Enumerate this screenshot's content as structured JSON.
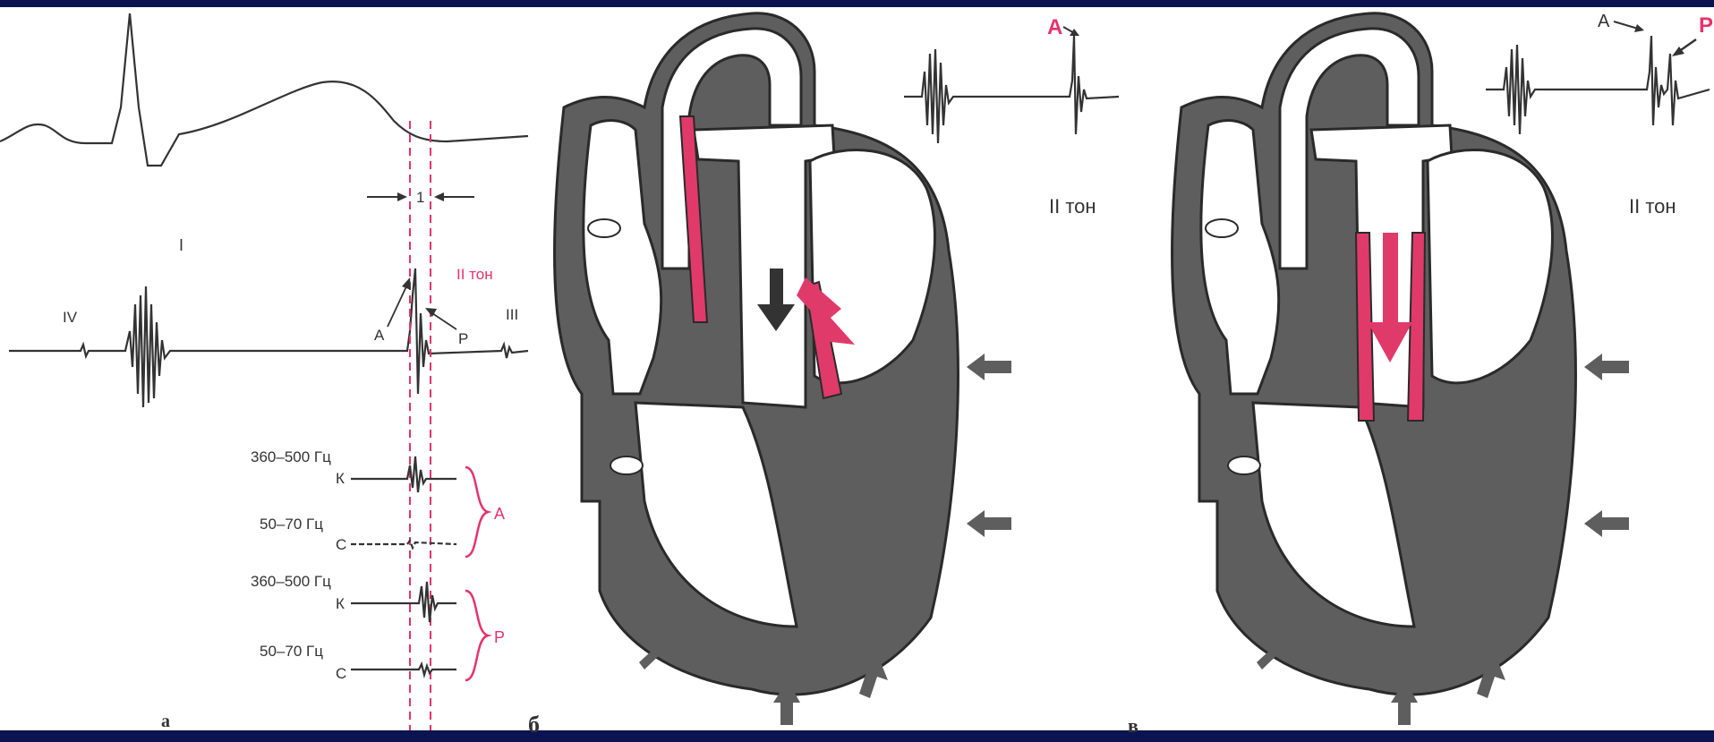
{
  "panel_a": {
    "panel_letter": "а",
    "interval_label": "1",
    "tone_label": "II тон",
    "label_I": "I",
    "label_IV": "IV",
    "label_III": "III",
    "label_A": "A",
    "label_P": "P",
    "rows": [
      {
        "freq": "360–500 Гц",
        "code": "К"
      },
      {
        "freq": "50–70 Гц",
        "code": "С"
      },
      {
        "freq": "360–500 Гц",
        "code": "К"
      },
      {
        "freq": "50–70 Гц",
        "code": "С"
      }
    ],
    "group_A": "A",
    "group_P": "P"
  },
  "panel_b": {
    "panel_letter": "б",
    "tone_label": "II тон",
    "marker": "A"
  },
  "panel_c": {
    "panel_letter": "в",
    "tone_label": "II тон",
    "marker_A": "A",
    "marker_P": "P"
  },
  "colors": {
    "background": "#0b1450",
    "accent_pink": "#e5336b",
    "heart_wall": "#5e5e5e"
  }
}
